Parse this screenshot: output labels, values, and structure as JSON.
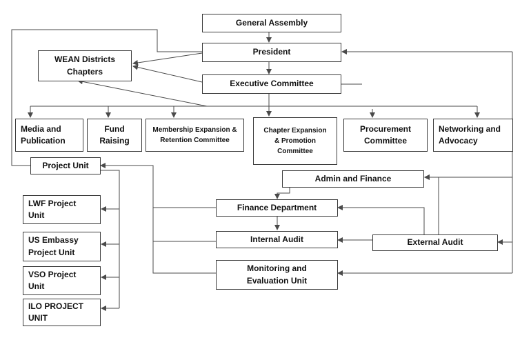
{
  "boxes": {
    "general_assembly": "General Assembly",
    "president": "President",
    "wean_districts": "WEAN Districts Chapters",
    "executive_committee": "Executive Committee",
    "media_publication": "Media and Publication",
    "fund_raising": "Fund Raising",
    "membership_expansion": "Membership Expansion & Retention Committee",
    "chapter_expansion": "Chapter Expansion & Promotion Committee",
    "procurement": "Procurement Committee",
    "networking_advocacy": "Networking and Advocacy",
    "project_unit": "Project Unit",
    "admin_finance": "Admin and Finance",
    "lwf_project": "LWF Project Unit",
    "finance_department": "Finance Department",
    "us_embassy_project": "US Embassy Project Unit",
    "internal_audit": "Internal Audit",
    "external_audit": "External Audit",
    "vso_project": "VSO Project Unit",
    "monitoring_evaluation": "Monitoring and Evaluation Unit",
    "ilo_project": "ILO PROJECT UNIT"
  },
  "colors": {
    "line": "#4a4a4a",
    "border": "#3a3a3a",
    "text": "#111111"
  }
}
